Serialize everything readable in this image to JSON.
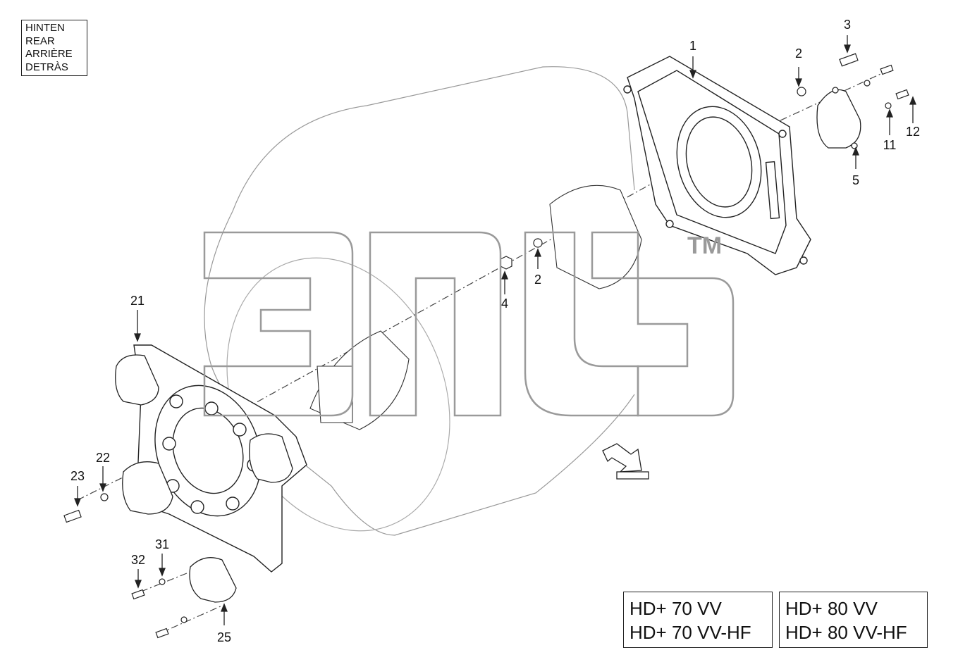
{
  "direction_label": {
    "lines": [
      "HINTEN",
      "REAR",
      "ARRIÈRE",
      "DETRÀS"
    ]
  },
  "models": {
    "group_a": [
      "HD+ 70 VV",
      "HD+ 70 VV-HF"
    ],
    "group_b": [
      "HD+ 80 VV",
      "HD+ 80 VV-HF"
    ]
  },
  "watermark": {
    "mark": "TM"
  },
  "callouts": [
    {
      "id": "c1",
      "text": "1"
    },
    {
      "id": "c2a",
      "text": "2"
    },
    {
      "id": "c3",
      "text": "3"
    },
    {
      "id": "c12",
      "text": "12"
    },
    {
      "id": "c11",
      "text": "11"
    },
    {
      "id": "c5",
      "text": "5"
    },
    {
      "id": "c2b",
      "text": "2"
    },
    {
      "id": "c4",
      "text": "4"
    },
    {
      "id": "c21",
      "text": "21"
    },
    {
      "id": "c22",
      "text": "22"
    },
    {
      "id": "c23",
      "text": "23"
    },
    {
      "id": "c31",
      "text": "31"
    },
    {
      "id": "c32",
      "text": "32"
    },
    {
      "id": "c25",
      "text": "25"
    }
  ],
  "colors": {
    "line": "#222222",
    "watermark": "#9a9a9a"
  }
}
